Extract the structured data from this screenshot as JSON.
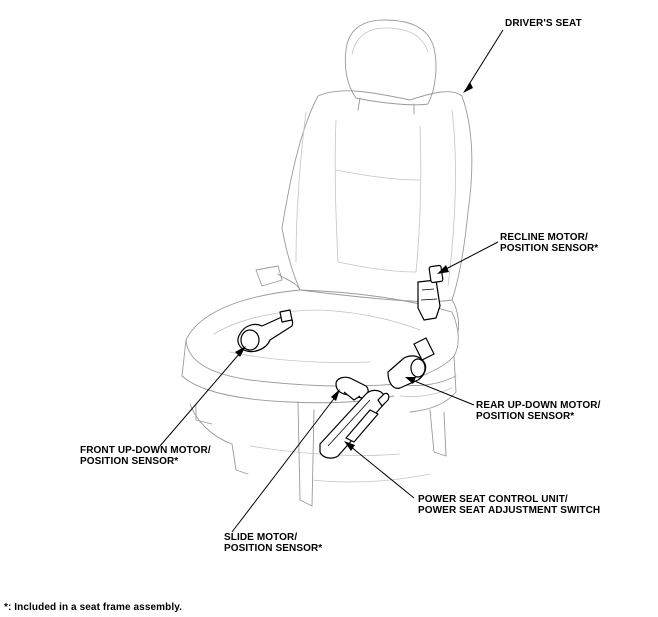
{
  "labels": {
    "drivers_seat": "DRIVER'S SEAT",
    "recline_motor": [
      "RECLINE MOTOR/",
      "POSITION SENSOR*"
    ],
    "rear_updown_motor": [
      "REAR UP-DOWN MOTOR/",
      "POSITION SENSOR*"
    ],
    "front_updown_motor": [
      "FRONT UP-DOWN MOTOR/",
      "POSITION SENSOR*"
    ],
    "power_seat_control_unit": [
      "POWER SEAT CONTROL UNIT/",
      "POWER SEAT ADJUSTMENT SWITCH"
    ],
    "slide_motor": [
      "SLIDE MOTOR/",
      "POSITION SENSOR*"
    ]
  },
  "footnote": "*: Included in a seat frame assembly."
}
